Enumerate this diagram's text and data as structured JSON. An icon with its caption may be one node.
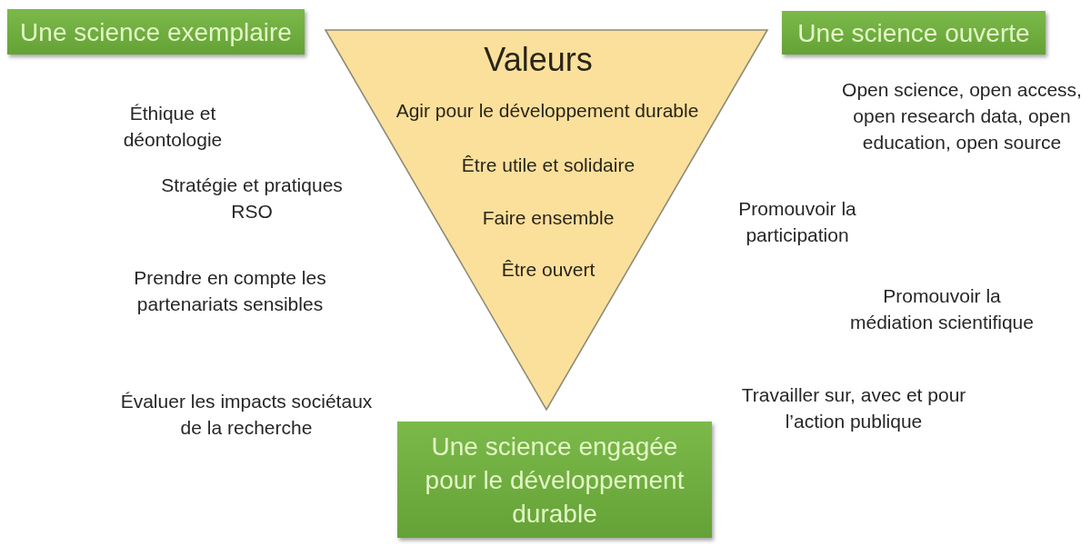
{
  "diagram": {
    "nodes": [
      {
        "text": [
          "Une science exemplaire"
        ]
      },
      {
        "text": [
          "Valeurs",
          "Agir pour le développement durable",
          "Être utile et solidaire",
          "Faire ensemble",
          "Être ouvert"
        ]
      },
      {
        "text": [
          "Une science ouverte"
        ]
      },
      {
        "text": [
          "Une science engagée pour le développement durable"
        ]
      }
    ],
    "labels": [
      "Éthique et déontologie",
      "Open science, open access, open research data, open education, open source",
      "Stratégie et pratiques RSO",
      "Promouvoir la participation",
      "Prendre en compte les partenariats sensibles",
      "Promouvoir la médiation scientifique",
      "Évaluer les impacts sociétaux de la recherche",
      "Travailler sur, avec et pour l’action publique"
    ]
  }
}
